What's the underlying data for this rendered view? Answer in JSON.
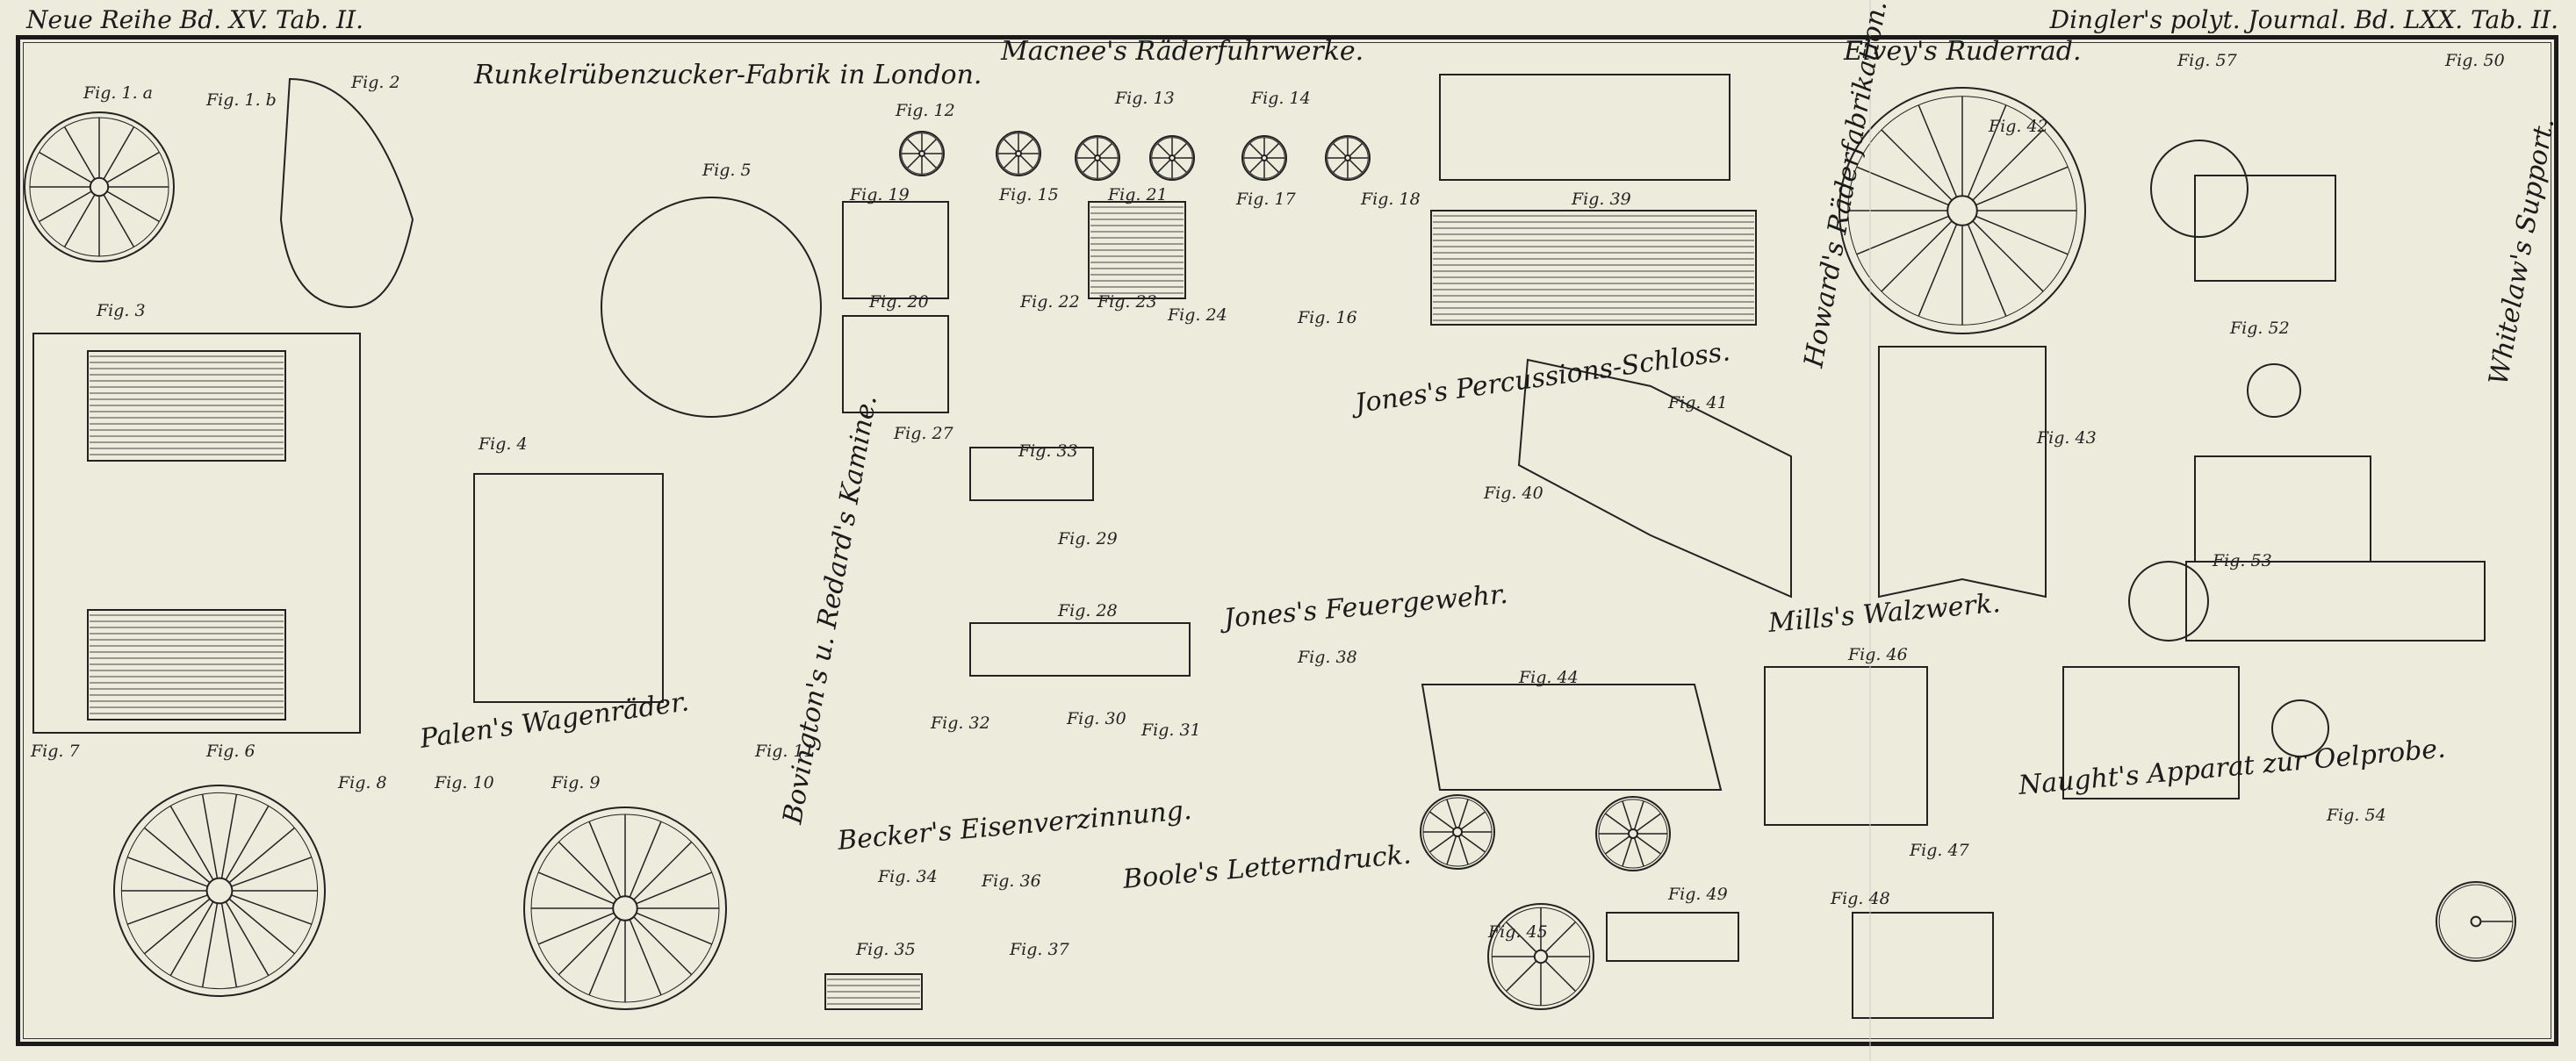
{
  "header": {
    "left": "Neue Reihe Bd. XV. Tab. II.",
    "right": "Dingler's polyt. Journal. Bd. LXX. Tab. II."
  },
  "titles": [
    "Runkelrübenzucker-Fabrik in London.",
    "Macnee's Räderfuhrwerke.",
    "Elvey's Ruderrad.",
    "Jones's Percussions-Schloss.",
    "Howard's Räderfabrikation.",
    "Bovington's u. Redard's Kamine.",
    "Palen's Wagenräder.",
    "Jones's Feuergewehr.",
    "Mills's Walzwerk.",
    "Whitelaw's Support.",
    "Naught's Apparat zur Oelprobe.",
    "Becker's Eisenverzinnung.",
    "Boole's Letterndruck."
  ],
  "figures": [
    "Fig. 1. a",
    "Fig. 1. b",
    "Fig. 2",
    "Fig. 3",
    "Fig. 4",
    "Fig. 5",
    "Fig. 6",
    "Fig. 7",
    "Fig. 8",
    "Fig. 9",
    "Fig. 10",
    "Fig. 11",
    "Fig. 12",
    "Fig. 13",
    "Fig. 14",
    "Fig. 15",
    "Fig. 16",
    "Fig. 17",
    "Fig. 18",
    "Fig. 19",
    "Fig. 20",
    "Fig. 21",
    "Fig. 22",
    "Fig. 23",
    "Fig. 24",
    "Fig. 27",
    "Fig. 28",
    "Fig. 29",
    "Fig. 30",
    "Fig. 31",
    "Fig. 32",
    "Fig. 33",
    "Fig. 34",
    "Fig. 35",
    "Fig. 36",
    "Fig. 37",
    "Fig. 38",
    "Fig. 39",
    "Fig. 40",
    "Fig. 41",
    "Fig. 42",
    "Fig. 43",
    "Fig. 44",
    "Fig. 45",
    "Fig. 46",
    "Fig. 47",
    "Fig. 48",
    "Fig. 49",
    "Fig. 50",
    "Fig. 52",
    "Fig. 53",
    "Fig. 54",
    "Fig. 57"
  ]
}
